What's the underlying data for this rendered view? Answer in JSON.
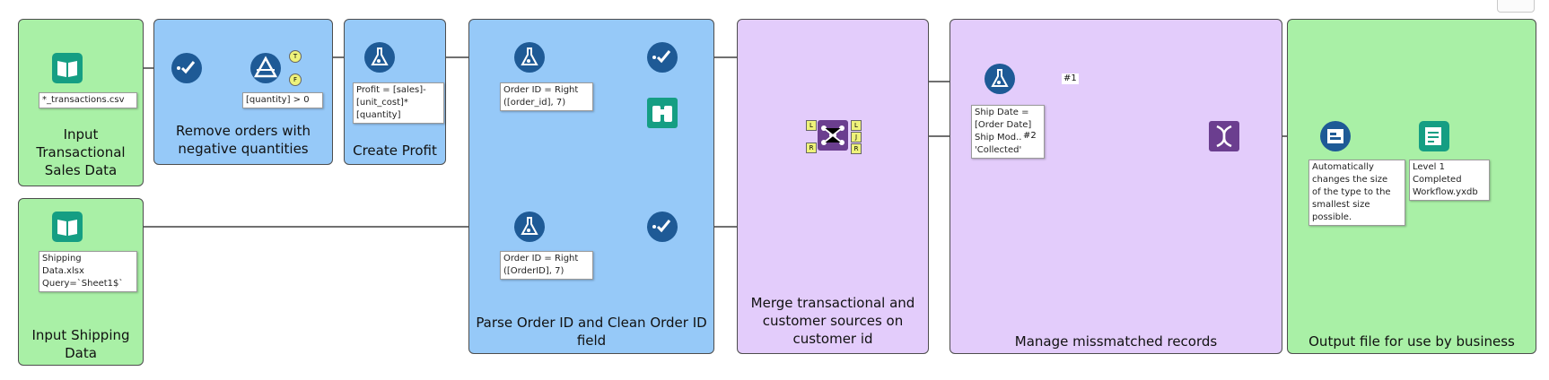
{
  "containers": {
    "input_transactional": "Input\nTransactional\nSales Data",
    "remove_orders": "Remove orders with\nnegative quantities",
    "create_profit": "Create Profit",
    "parse_order": "Parse Order ID and Clean Order ID\nfield",
    "merge": "Merge transactional and\ncustomer sources on\ncustomer id",
    "manage": "Manage missmatched records",
    "output": "Output file for use by business",
    "input_shipping": "Input Shipping\nData"
  },
  "annotations": {
    "transactions_file": "*_transactions.csv",
    "filter_expr": "[quantity] > 0",
    "profit_formula": "Profit = [sales]-\n[unit_cost]*\n[quantity]",
    "order_id_top": "Order ID = Right\n([order_id], 7)",
    "order_id_bottom": "Order ID = Right\n([OrderID], 7)",
    "ship_formula": "Ship Date =\n[Order Date]\nShip Mod...\n'Collected'",
    "shipping_file": "Shipping\nData.xlsx\nQuery=`Sheet1$`",
    "autofield_note": "Automatically\nchanges the size\nof the type to the\nsmallest size\npossible.",
    "output_file": "Level 1\nCompleted\nWorkflow.yxdb"
  },
  "connection_labels": {
    "c1": "#1",
    "c2": "#2"
  },
  "anchor_letters": {
    "true": "T",
    "false": "F",
    "left": "L",
    "right": "R",
    "join_l": "L",
    "join_j": "J",
    "join_r": "R"
  },
  "icons": [
    "input-book-icon",
    "select-check-icon",
    "filter-triangle-icon",
    "formula-flask-icon",
    "browse-binoculars-icon",
    "join-nodes-icon",
    "union-dna-icon",
    "autofield-icon",
    "output-icon"
  ],
  "colors": {
    "green_container": "#a9f0a6",
    "blue_container": "#96c9f8",
    "purple_container": "#e3ccfb",
    "tool_blue": "#1e5a96",
    "tool_teal": "#159e83",
    "tool_purple": "#6b3e8f",
    "connector": "#707070"
  }
}
